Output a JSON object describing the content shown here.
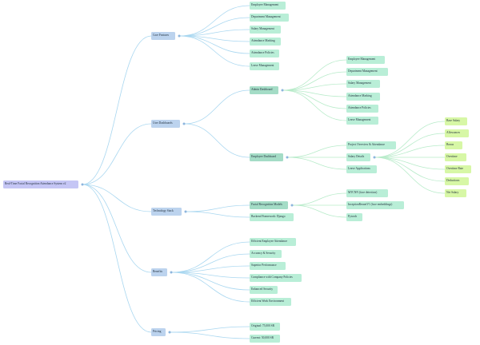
{
  "colors": {
    "root_fill": "#c5c6f5",
    "branch_fill": "#bcd3ee",
    "child_fill": "#a4dcc6",
    "leaf_fill": "#b9eed7",
    "detail_fill": "#d7f7a6",
    "link_color": "#a9d7f0",
    "link_color_green": "#b7ebc9"
  },
  "mindmap": {
    "root": "Real-Time Facial Recognition Attendance System v2",
    "core_features": {
      "label": "Core Features",
      "items": [
        "Employee Management",
        "Department Management",
        "Salary Management",
        "Attendance Marking",
        "Attendance Policies",
        "Leave Management"
      ]
    },
    "user_dashboards": {
      "label": "User Dashboards",
      "admin": {
        "label": "Admin Dashboard",
        "items": [
          "Employee Management",
          "Department Management",
          "Salary Management",
          "Attendance Marking",
          "Attendance Policies",
          "Leave Management"
        ]
      },
      "employee": {
        "label": "Employee Dashboard",
        "items": [
          "Project Overview & Attendance",
          "Salary Details",
          "Leave Applications"
        ],
        "salary_details": [
          "Base Salary",
          "Allowances",
          "Bonus",
          "Overtime",
          "Overtime Rate",
          "Deductions",
          "Net Salary"
        ]
      }
    },
    "technology_stack": {
      "label": "Technology Stack",
      "facial": {
        "label": "Facial Recognition Models",
        "items": [
          "MTCNN (face detection)",
          "InceptionResnetV1 (face embeddings)",
          "Pytorch"
        ]
      },
      "backend": "Backend Framework: Django"
    },
    "benefits": {
      "label": "Benefits",
      "items": [
        "Efficient Employee Attendance",
        "Accuracy & Security",
        "Superior Performance",
        "Compliance with Company Policies",
        "Enhanced Security",
        "Efficient Work Environment"
      ]
    },
    "pricing": {
      "label": "Pricing",
      "items": [
        "Original: 75,000 SR",
        "Current: 50,000 SR"
      ]
    }
  }
}
